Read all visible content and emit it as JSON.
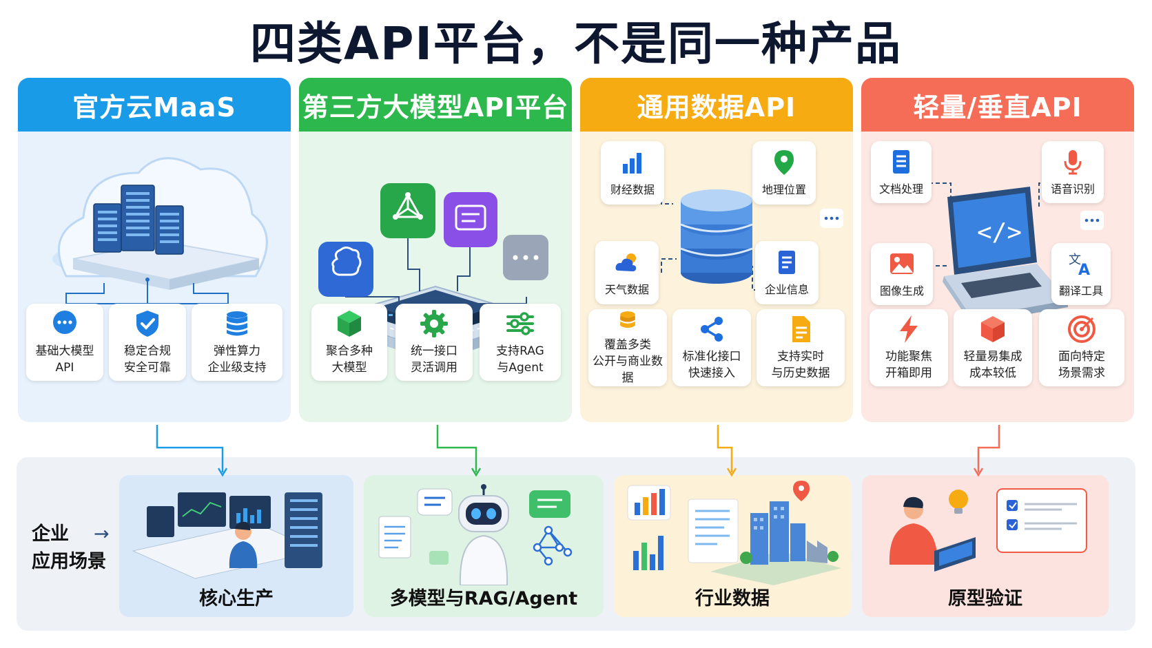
{
  "title": "四类API平台，不是同一种产品",
  "colors": {
    "maas": "#1a9be8",
    "thirdparty": "#2db84e",
    "data": "#f6ab13",
    "light": "#f56c57"
  },
  "columns": [
    {
      "header": "官方云MaaS",
      "features": [
        {
          "line1": "基础大模型",
          "line2": "API",
          "icon": "chat-bubble-icon"
        },
        {
          "line1": "稳定合规",
          "line2": "安全可靠",
          "icon": "shield-check-icon"
        },
        {
          "line1": "弹性算力",
          "line2": "企业级支持",
          "icon": "database-icon"
        }
      ]
    },
    {
      "header": "第三方大模型API平台",
      "features": [
        {
          "line1": "聚合多种",
          "line2": "大模型",
          "icon": "cube-icon"
        },
        {
          "line1": "统一接口",
          "line2": "灵活调用",
          "icon": "gear-icon"
        },
        {
          "line1": "支持RAG",
          "line2": "与Agent",
          "icon": "sliders-icon"
        }
      ]
    },
    {
      "header": "通用数据API",
      "sources": [
        "财经数据",
        "地理位置",
        "天气数据",
        "企业信息"
      ],
      "features": [
        {
          "line1": "覆盖多类",
          "line2": "公开与商业数据",
          "icon": "coins-icon"
        },
        {
          "line1": "标准化接口",
          "line2": "快速接入",
          "icon": "share-icon"
        },
        {
          "line1": "支持实时",
          "line2": "与历史数据",
          "icon": "document-icon"
        }
      ]
    },
    {
      "header": "轻量/垂直API",
      "tools": [
        "文档处理",
        "语音识别",
        "图像生成",
        "翻译工具"
      ],
      "features": [
        {
          "line1": "功能聚焦",
          "line2": "开箱即用",
          "icon": "lightning-icon"
        },
        {
          "line1": "轻量易集成",
          "line2": "成本较低",
          "icon": "box-icon"
        },
        {
          "line1": "面向特定",
          "line2": "场景需求",
          "icon": "target-icon"
        }
      ]
    }
  ],
  "scenarios": {
    "side_line1": "企业",
    "side_line2": "应用场景",
    "items": [
      "核心生产",
      "多模型与RAG/Agent",
      "行业数据",
      "原型验证"
    ]
  }
}
